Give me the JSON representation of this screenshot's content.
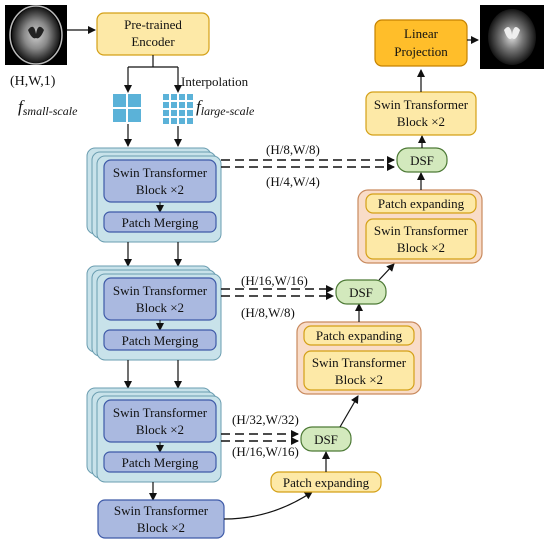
{
  "input_label": "(H,W,1)",
  "encoder_label": [
    "Pre-trained",
    "Encoder"
  ],
  "interpolation_label": "Interpolation",
  "f_small": {
    "base": "f",
    "sub": "small-scale"
  },
  "f_large": {
    "base": "f",
    "sub": "large-scale"
  },
  "swin_block": [
    "Swin Transformer",
    "Block ×2"
  ],
  "patch_merging": "Patch Merging",
  "patch_expanding": "Patch expanding",
  "linear_projection": [
    "Linear",
    "Projection"
  ],
  "dsf": "DSF",
  "skip_labels": {
    "level1_top": "(H/8,W/8)",
    "level1_bottom": "(H/4,W/4)",
    "level2_top": "(H/16,W/16)",
    "level2_bottom": "(H/8,W/8)",
    "level3_top": "(H/32,W/32)",
    "level3_bottom": "(H/16,W/16)"
  },
  "colors": {
    "encoder_fill": "#fde9a7",
    "encoder_stroke": "#d4a017",
    "blue_box_fill": "#aab9e0",
    "blue_box_stroke": "#3e5aa8",
    "stack_fill": "#c8e2ea",
    "stack_stroke": "#6a9db0",
    "decoder_outer_fill": "#f9dcc8",
    "decoder_outer_stroke": "#c98a5e",
    "dsf_fill": "#d3e9bd",
    "dsf_stroke": "#4d7a36",
    "linear_fill": "#ffbe2a",
    "linear_stroke": "#c58200",
    "patch_icon": "#5bb2d8"
  }
}
